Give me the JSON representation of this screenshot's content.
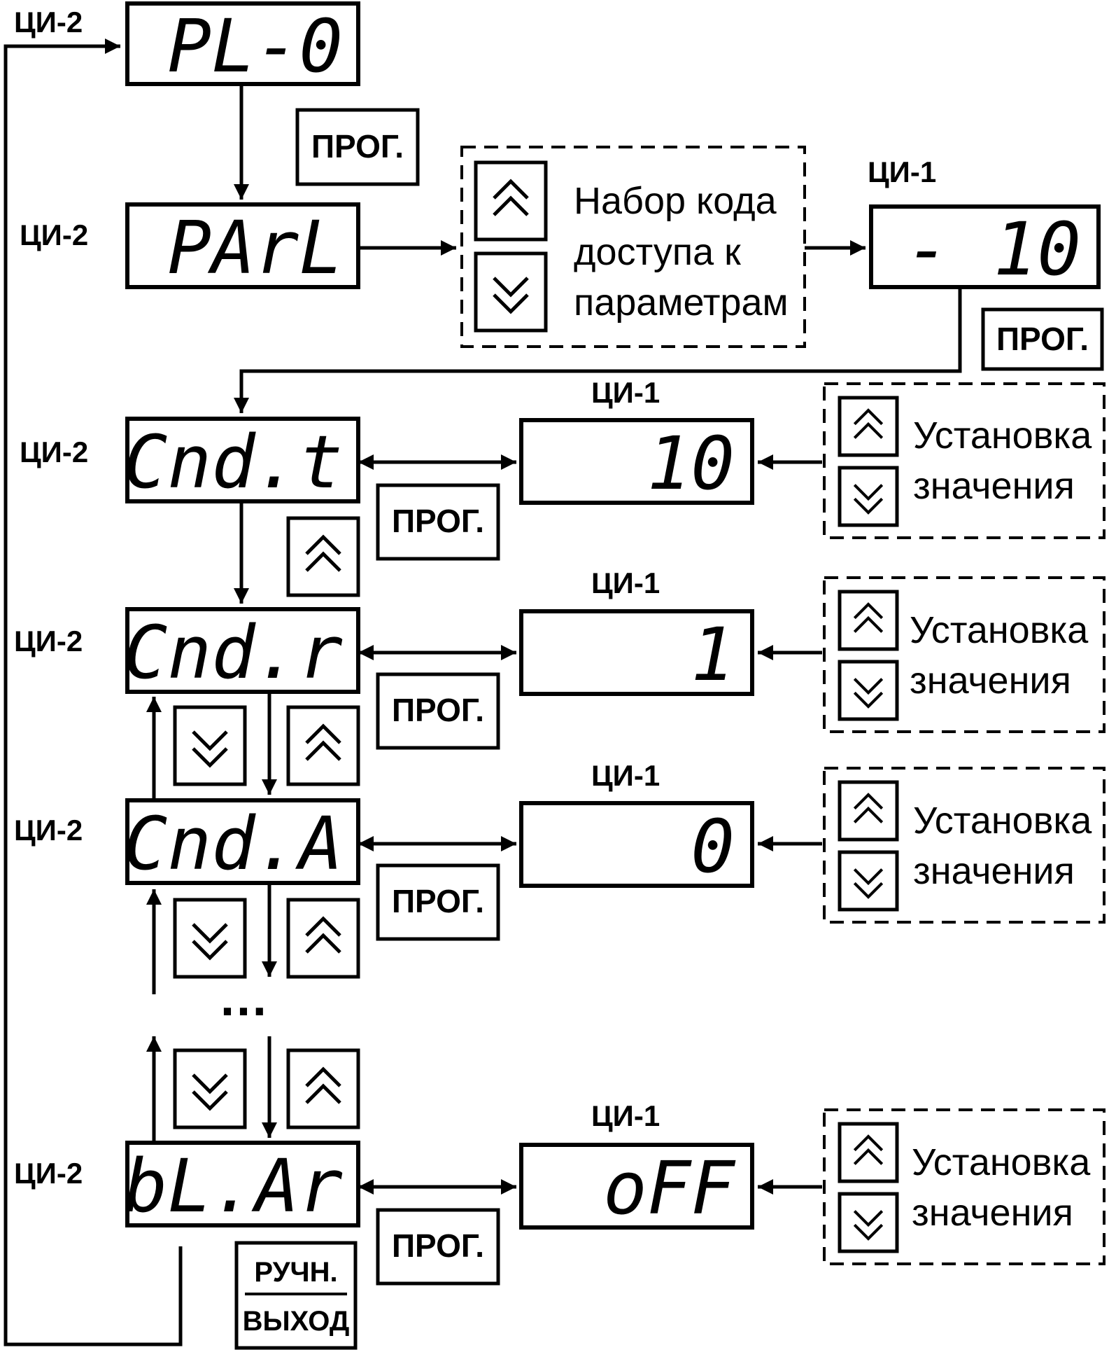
{
  "labels": {
    "ci1": "ЦИ-1",
    "ci2": "ЦИ-2"
  },
  "displays": {
    "pl0": "PL-0",
    "parl": "PArL",
    "code": "- 10",
    "cndt": "Cnd.t",
    "cndt_val": "10",
    "cndr": "Cnd.r",
    "cndr_val": "1",
    "cnda": "Cnd.A",
    "cnda_val": "0",
    "blar": "bL.Ar",
    "blar_val": "oFF"
  },
  "buttons": {
    "prog": "ПРОГ.",
    "manual": "РУЧН.",
    "exit": "ВЫХОД"
  },
  "access_code": {
    "line1": "Набор кода",
    "line2": "доступа к",
    "line3": "параметрам"
  },
  "set_value": {
    "line1": "Установка",
    "line2": "значения"
  },
  "ellipsis": "…",
  "icons": {
    "up": "double-chevron-up-icon",
    "down": "double-chevron-down-icon"
  },
  "colors": {
    "stroke": "#000000",
    "background": "#ffffff"
  }
}
